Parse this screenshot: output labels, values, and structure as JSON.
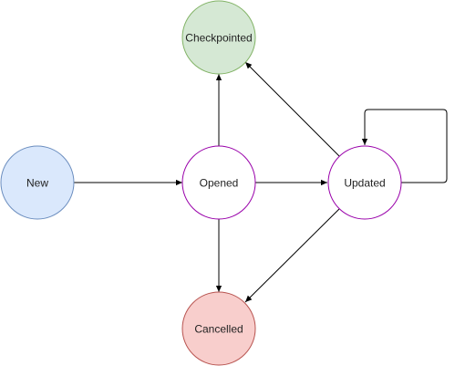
{
  "nodes": {
    "new": {
      "label": "New",
      "fill": "#dae8fc",
      "stroke": "#6c8ebf"
    },
    "opened": {
      "label": "Opened",
      "fill": "#ffffff",
      "stroke": "#9900aa"
    },
    "updated": {
      "label": "Updated",
      "fill": "#ffffff",
      "stroke": "#9900aa"
    },
    "checkpointed": {
      "label": "Checkpointed",
      "fill": "#d5e8d4",
      "stroke": "#82b366"
    },
    "cancelled": {
      "label": "Cancelled",
      "fill": "#f8cecc",
      "stroke": "#b85450"
    }
  },
  "edges": [
    {
      "from": "new",
      "to": "opened"
    },
    {
      "from": "opened",
      "to": "checkpointed"
    },
    {
      "from": "opened",
      "to": "updated"
    },
    {
      "from": "opened",
      "to": "cancelled"
    },
    {
      "from": "updated",
      "to": "checkpointed"
    },
    {
      "from": "updated",
      "to": "cancelled"
    },
    {
      "from": "updated",
      "to": "updated"
    }
  ],
  "colors": {
    "edge": "#000000"
  }
}
